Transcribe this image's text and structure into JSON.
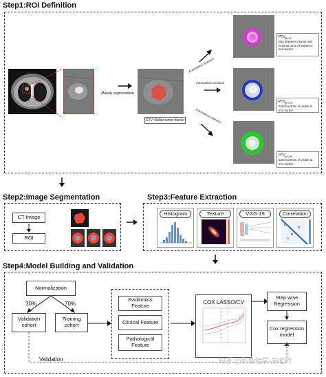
{
  "step1": {
    "title": "Step1:ROI Definition",
    "manual_label": "Manuly segmentation",
    "gtv_label": "GTV  Visible tumor border",
    "auto_label_top": "Automatical extention",
    "auto_label_mid": "Automatical extention",
    "auto_label_bot": "Automatical extention",
    "ptv1": {
      "name": "PTV",
      "sub": "p-n-t",
      "desc": "Rim between internal and external 3mm of visible tu-mor border"
    },
    "ptv2": {
      "name": "PTV",
      "sub": "p-n-3",
      "desc": "External 3mm of visible tu-mor border"
    },
    "ptv3": {
      "name": "PTV",
      "sub": "p-n-6",
      "desc": "External 6mm of visible tu-mor border"
    }
  },
  "step2": {
    "title": "Step2:Image Segmentation",
    "ct_image": "CT Image",
    "roi": "ROI"
  },
  "step3": {
    "title": "Step3:Feature Extraction",
    "histogram": "Histogram",
    "texture": "Texture",
    "vgg": "VGG-19",
    "correlation": "Correlation"
  },
  "step4": {
    "title": "Step4:Model Building and Validation",
    "normalization": "Normalization",
    "pct30": "30%",
    "pct70": "70%",
    "validation_cohort": "Validation cohort",
    "training_cohort": "Training cohort",
    "radiomics": "Radiomics Feature",
    "clinical": "Clinical Feature",
    "pathological": "Pathological Feature",
    "cox_lasso": "COX LASSO/CV",
    "stepwise": "Step wise Regression",
    "cox_model": "Cox regression model",
    "validation": "Validation"
  },
  "watermark": "知乎 @影像组学-高老师",
  "colors": {
    "ptv1": "#d63bd0",
    "ptv2": "#2436c4",
    "ptv3": "#2fc23a",
    "roi": "#e8453c"
  }
}
